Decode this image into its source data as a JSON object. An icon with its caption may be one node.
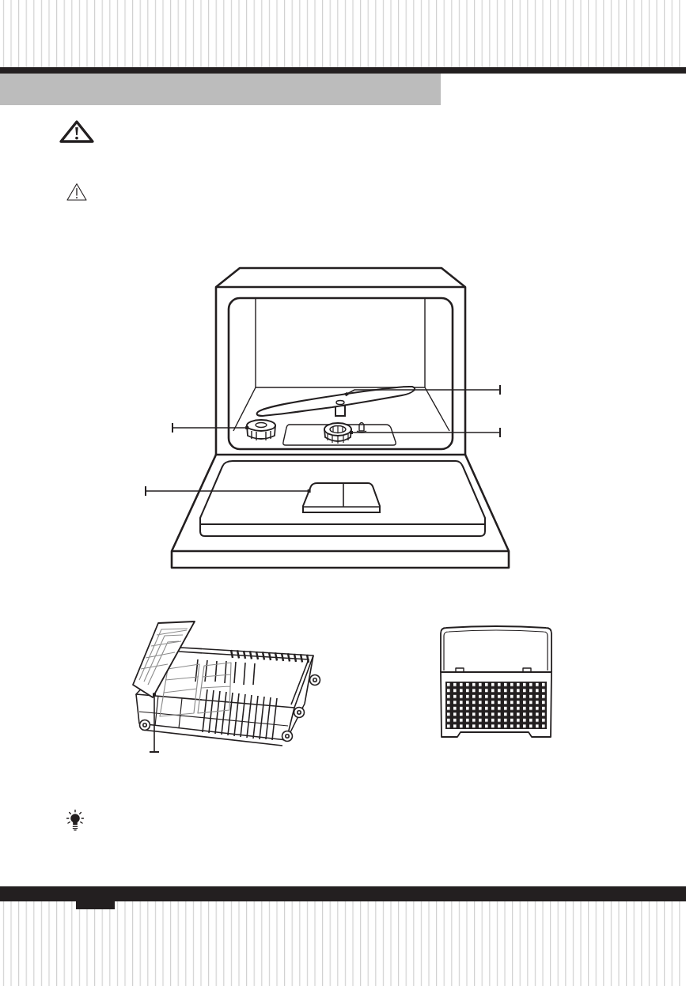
{
  "diagram": {
    "nodes": [
      {
        "text": [],
        "shape": "picture"
      },
      {
        "text": [],
        "shape": "picture"
      },
      {
        "text": [],
        "shape": "picture"
      },
      {
        "text": [],
        "shape": "picture"
      },
      {
        "text": [],
        "shape": "picture"
      }
    ],
    "edges": [
      {
        "from": null,
        "to": 0,
        "arrow": "other"
      },
      {
        "from": null,
        "to": 1,
        "arrow": "other"
      },
      {
        "from": null,
        "to": 2,
        "arrow": "other"
      },
      {
        "from": null,
        "to": 3,
        "arrow": "other"
      },
      {
        "from": null,
        "to": 4,
        "arrow": "other"
      }
    ]
  }
}
